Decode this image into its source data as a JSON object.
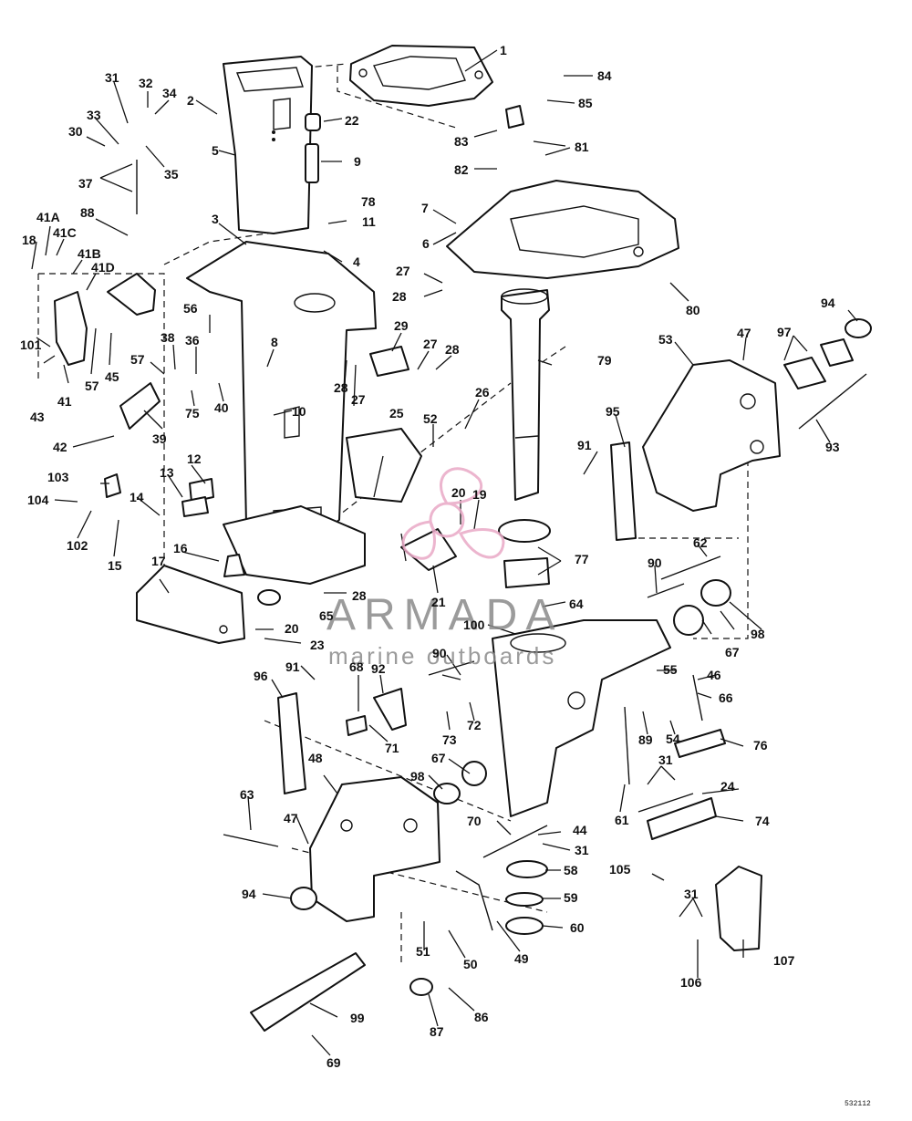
{
  "watermark": {
    "brand": "ARMADA",
    "tagline": "marine outboards",
    "color": "#e9a9c6",
    "text_color": "#8a8a8a"
  },
  "drawing_code": "532112",
  "callouts": {
    "c1": "1",
    "c2": "2",
    "c3": "3",
    "c4": "4",
    "c5": "5",
    "c6": "6",
    "c7": "7",
    "c8": "8",
    "c9": "9",
    "c10": "10",
    "c11": "11",
    "c12": "12",
    "c13": "13",
    "c14": "14",
    "c15": "15",
    "c16": "16",
    "c17": "17",
    "c18": "18",
    "c19": "19",
    "c20a": "20",
    "c20b": "20",
    "c21": "21",
    "c22": "22",
    "c23": "23",
    "c24": "24",
    "c25": "25",
    "c26": "26",
    "c27a": "27",
    "c27b": "27",
    "c27c": "27",
    "c28a": "28",
    "c28b": "28",
    "c28c": "28",
    "c28d": "28",
    "c29": "29",
    "c30": "30",
    "c31a": "31",
    "c31b": "31",
    "c31c": "31",
    "c31d": "31",
    "c32": "32",
    "c33": "33",
    "c34": "34",
    "c35": "35",
    "c36": "36",
    "c37": "37",
    "c38": "38",
    "c39": "39",
    "c40": "40",
    "c41": "41",
    "c41A": "41A",
    "c41B": "41B",
    "c41C": "41C",
    "c41D": "41D",
    "c42": "42",
    "c43": "43",
    "c44": "44",
    "c45": "45",
    "c46": "46",
    "c47a": "47",
    "c47b": "47",
    "c48": "48",
    "c49": "49",
    "c50": "50",
    "c51": "51",
    "c52": "52",
    "c53": "53",
    "c54": "54",
    "c55": "55",
    "c56": "56",
    "c57a": "57",
    "c57b": "57",
    "c58": "58",
    "c59": "59",
    "c60": "60",
    "c61": "61",
    "c62": "62",
    "c63": "63",
    "c64": "64",
    "c65": "65",
    "c66": "66",
    "c67a": "67",
    "c67b": "67",
    "c68": "68",
    "c69": "69",
    "c70": "70",
    "c71": "71",
    "c72": "72",
    "c73": "73",
    "c74": "74",
    "c75": "75",
    "c76": "76",
    "c78": "78",
    "c79": "79",
    "c80": "80",
    "c81": "81",
    "c82": "82",
    "c83": "83",
    "c84": "84",
    "c85": "85",
    "c86": "86",
    "c87": "87",
    "c88": "88",
    "c89": "89",
    "c90a": "90",
    "c90b": "90",
    "c91a": "91",
    "c91b": "91",
    "c92": "92",
    "c93": "93",
    "c94a": "94",
    "c94b": "94",
    "c95": "95",
    "c96": "96",
    "c97": "97",
    "c98a": "98",
    "c98b": "98",
    "c99": "99",
    "c100": "100",
    "c101": "101",
    "c102": "102",
    "c103": "103",
    "c104": "104",
    "c105": "105",
    "c106": "106",
    "c107": "107",
    "c77": "77"
  }
}
